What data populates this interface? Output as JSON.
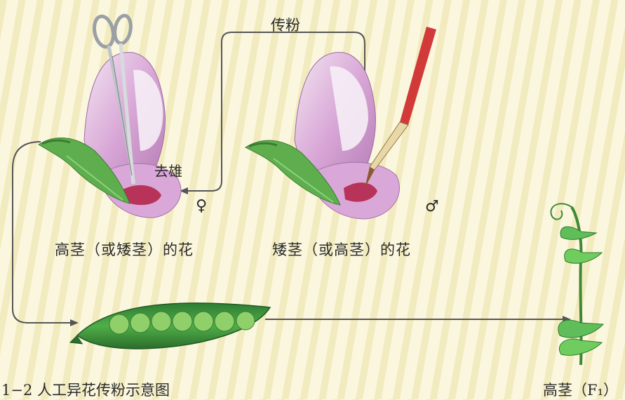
{
  "labels": {
    "pollination": "传粉",
    "emasculation": "去雄",
    "female_symbol": "♀",
    "male_symbol": "♂",
    "flower_left_caption": "高茎（或矮茎）的花",
    "flower_right_caption": "矮茎（或高茎）的花",
    "figure_caption": "1−2  人工异花传粉示意图",
    "offspring_caption": "高茎（F₁）"
  },
  "icons": [
    "scissors-icon",
    "brush-icon",
    "flower-icon",
    "pea-pod-icon",
    "pea-plant-icon"
  ],
  "colors": {
    "petal": "#c98fc8",
    "petal_light": "#efe0ef",
    "sepal": "#5fae4e",
    "pod": "#3f9a3e",
    "brush_tip": "#d23a3a",
    "arrow": "#555555"
  }
}
